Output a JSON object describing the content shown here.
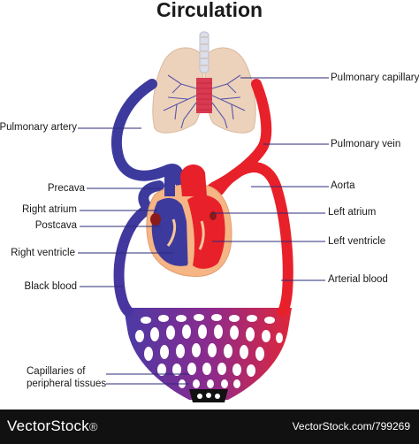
{
  "title": "Circulation",
  "labels": {
    "pulmonary_capillary": "Pulmonary capillary",
    "pulmonary_artery": "Pulmonary artery",
    "pulmonary_vein": "Pulmonary vein",
    "precava": "Precava",
    "aorta": "Aorta",
    "right_atrium": "Right atrium",
    "left_atrium": "Left atrium",
    "postcava": "Postcava",
    "left_ventricle": "Left ventricle",
    "right_ventricle": "Right ventricle",
    "arterial_blood": "Arterial blood",
    "black_blood": "Black blood",
    "capillaries_line1": "Capillaries of",
    "capillaries_line2": "peripheral tissues"
  },
  "footer": {
    "brand_name": "VectorStock",
    "brand_mark": "®",
    "url": "VectorStock.com/799269"
  },
  "colors": {
    "venous": "#3d3a9e",
    "arterial": "#e8202a",
    "lung": "#edd2bb",
    "heart_outer": "#f5b585",
    "leader": "#2a2a7a"
  }
}
